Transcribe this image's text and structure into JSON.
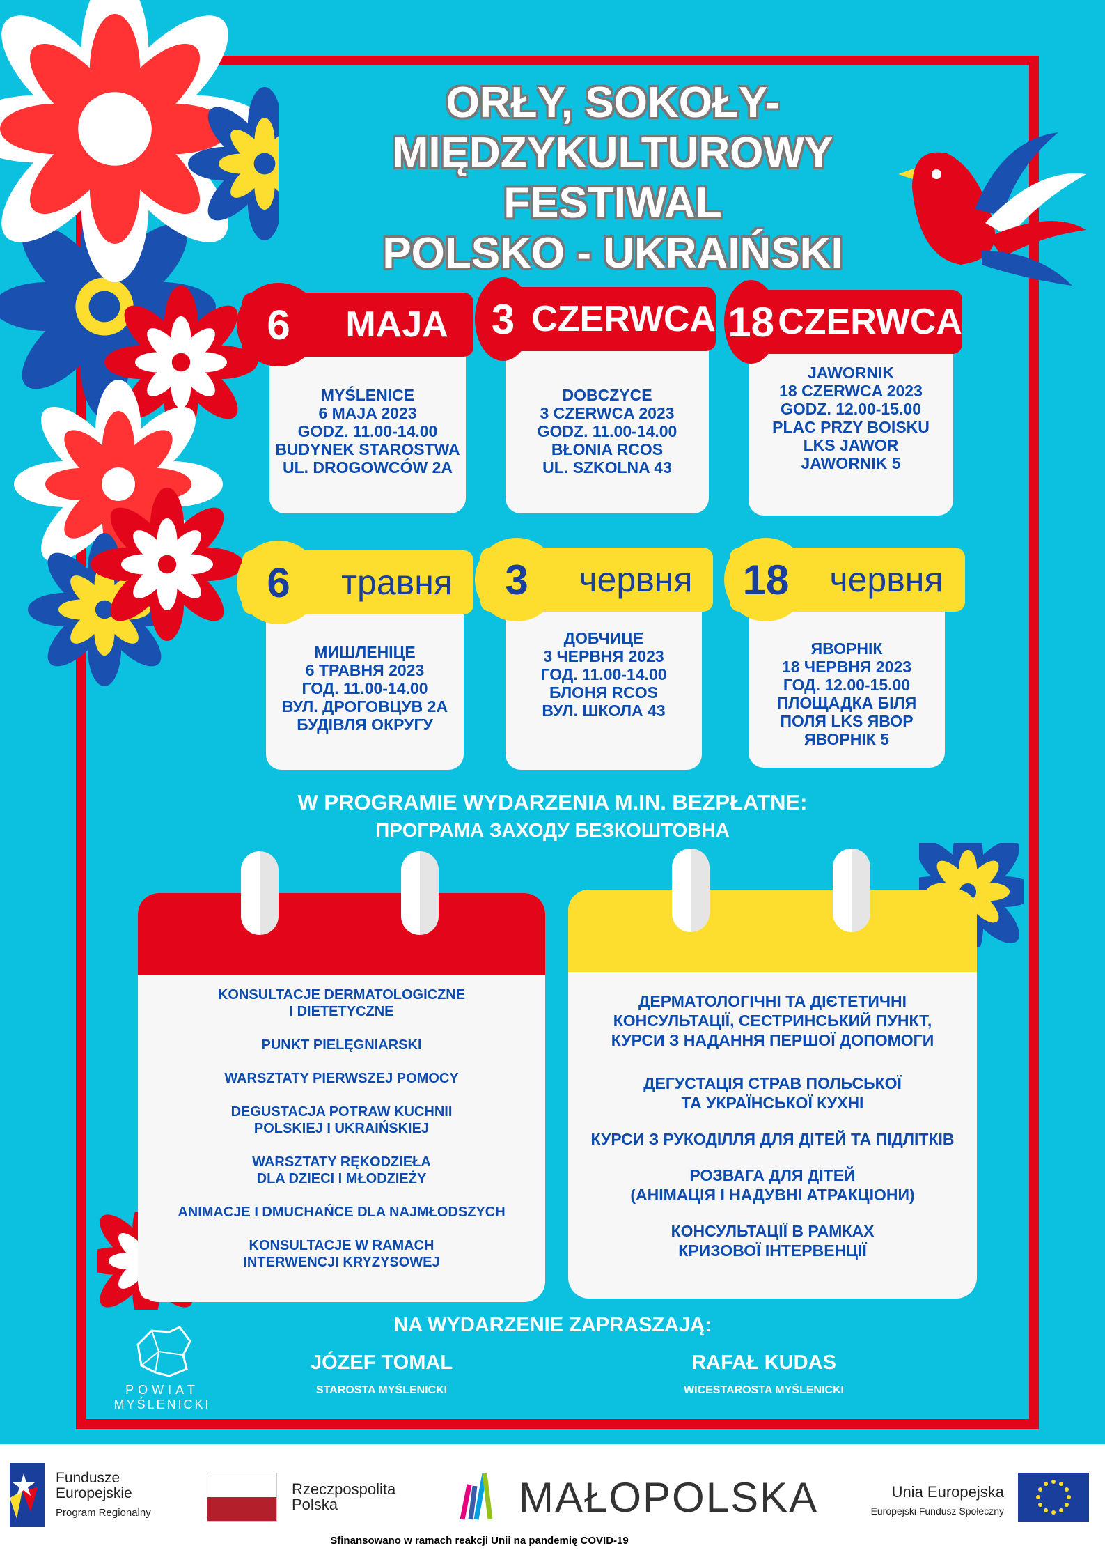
{
  "title": [
    "ORŁY, SOKOŁY-",
    "MIĘDZYKULTUROWY",
    "FESTIWAL",
    "POLSKO - UKRAIŃSKI"
  ],
  "events_pl": [
    {
      "day": "6",
      "month": "MAJA",
      "lines": [
        "MYŚLENICE",
        "6 MAJA 2023",
        "GODZ. 11.00-14.00",
        "BUDYNEK STAROSTWA",
        "UL. DROGOWCÓW 2A"
      ]
    },
    {
      "day": "3",
      "month": "CZERWCA",
      "lines": [
        "DOBCZYCE",
        "3 CZERWCA 2023",
        "GODZ. 11.00-14.00",
        "BŁONIA RCOS",
        "UL. SZKOLNA 43"
      ]
    },
    {
      "day": "18",
      "month": "CZERWCA",
      "lines": [
        "JAWORNIK",
        "18 CZERWCA 2023",
        "GODZ. 12.00-15.00",
        "PLAC PRZY BOISKU",
        "LKS JAWOR",
        "JAWORNIK 5"
      ]
    }
  ],
  "events_ua": [
    {
      "day": "6",
      "month": "травня",
      "lines": [
        "МИШЛЕНІЦЕ",
        "6 ТРАВНЯ 2023",
        "ГОД. 11.00-14.00",
        "ВУЛ. ДРОГОВЦУВ 2А",
        "БУДІВЛЯ ОКРУГУ"
      ]
    },
    {
      "day": "3",
      "month": "червня",
      "lines": [
        "ДОБЧИЦЕ",
        "3 ЧЕРВНЯ 2023",
        "ГОД. 11.00-14.00",
        "БЛОНЯ RCOS",
        "ВУЛ. ШКОЛА 43"
      ]
    },
    {
      "day": "18",
      "month": "червня",
      "lines": [
        "ЯВОРНІК",
        "18 ЧЕРВНЯ 2023",
        "ГОД. 12.00-15.00",
        "ПЛОЩАДКА БІЛЯ",
        "ПОЛЯ LKS ЯВОР",
        "ЯВОРНІК 5"
      ]
    }
  ],
  "program": {
    "heading_pl": "W PROGRAMIE WYDARZENIA M.IN. BEZPŁATNE:",
    "heading_ua": "ПРОГРАМА ЗАХОДУ БЕЗКОШТОВНА",
    "items_pl": [
      [
        "KONSULTACJE DERMATOLOGICZNE",
        "I DIETETYCZNE"
      ],
      [
        "PUNKT PIELĘGNIARSKI"
      ],
      [
        "WARSZTATY PIERWSZEJ POMOCY"
      ],
      [
        "DEGUSTACJA POTRAW KUCHNII",
        "POLSKIEJ I UKRAIŃSKIEJ"
      ],
      [
        "WARSZTATY RĘKODZIEŁA",
        "DLA DZIECI I MŁODZIEŻY"
      ],
      [
        "ANIMACJE I DMUCHAŃCE DLA NAJMŁODSZYCH"
      ],
      [
        "KONSULTACJE W RAMACH",
        "INTERWENCJI KRYZYSOWEJ"
      ]
    ],
    "items_ua": [
      [
        "ДЕРМАТОЛОГІЧНІ ТА ДІЄТЕТИЧНІ",
        "КОНСУЛЬТАЦІЇ, СЕСТРИНСЬКИЙ ПУНКТ,",
        "КУРСИ З НАДАННЯ ПЕРШОЇ ДОПОМОГИ"
      ],
      [
        "ДЕГУСТАЦІЯ СТРАВ ПОЛЬСЬКОЇ",
        "ТА УКРАЇНСЬКОЇ КУХНІ"
      ],
      [
        "КУРСИ З РУКОДІЛЛЯ ДЛЯ ДІТЕЙ ТА ПІДЛІТКІВ"
      ],
      [
        "РОЗВАГА ДЛЯ ДІТЕЙ",
        "(АНІМАЦІЯ І НАДУВНІ АТРАКЦІОНИ)"
      ],
      [
        "КОНСУЛЬТАЦІЇ В РАМКАХ",
        "КРИЗОВОЇ ІНТЕРВЕНЦІЇ"
      ]
    ]
  },
  "invite": {
    "heading": "NA WYDARZENIE ZAPRASZAJĄ:",
    "people": [
      {
        "name": "JÓZEF TOMAL",
        "role": "STAROSTA MYŚLENICKI"
      },
      {
        "name": "RAFAŁ KUDAS",
        "role": "WICESTAROSTA MYŚLENICKI"
      }
    ],
    "logo": [
      "POWIAT",
      "MYŚLENICKI"
    ]
  },
  "footer": {
    "fe": [
      "Fundusze",
      "Europejskie",
      "Program Regionalny"
    ],
    "rp": [
      "Rzeczpospolita",
      "Polska"
    ],
    "mp": "MAŁOPOLSKA",
    "ue": [
      "Unia Europejska",
      "Europejski Fundusz Społeczny"
    ],
    "note": "Sfinansowano w ramach reakcji Unii na pandemię COVID-19"
  },
  "colors": {
    "bg": "#0cc0e0",
    "red": "#e3061a",
    "yellow": "#fddd2e",
    "blue": "#0c4bb0"
  }
}
